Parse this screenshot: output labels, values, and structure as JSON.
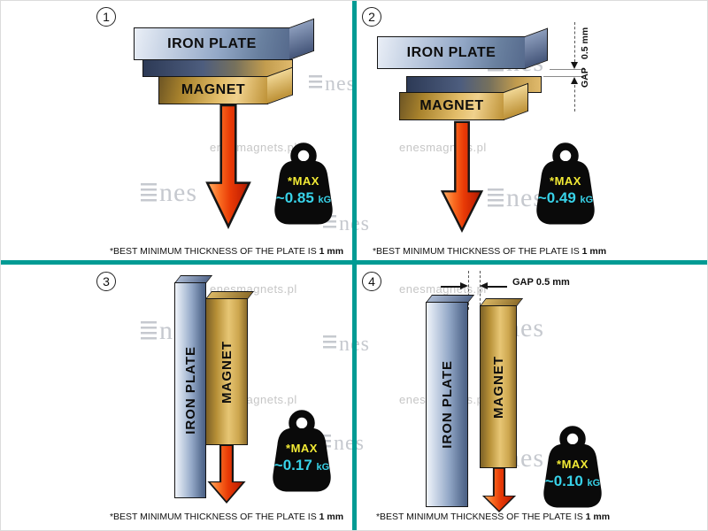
{
  "brand": {
    "divider_color": "#009B94"
  },
  "watermark": {
    "site": "enesmagnets.pl",
    "logo": "nes"
  },
  "weight": {
    "max_label": "*MAX",
    "unit": "kG"
  },
  "footnote": {
    "prefix": "*BEST MINIMUM THICKNESS OF THE PLATE IS",
    "bold": "1 mm"
  },
  "quadrants": [
    {
      "number": "1",
      "plate_label": "IRON PLATE",
      "magnet_label": "MAGNET",
      "value": "~0.85"
    },
    {
      "number": "2",
      "plate_label": "IRON PLATE",
      "magnet_label": "MAGNET",
      "value": "~0.49",
      "gap_label": "GAP",
      "gap_value": "0.5 mm"
    },
    {
      "number": "3",
      "plate_label": "IRON PLATE",
      "magnet_label": "MAGNET",
      "value": "~0.17"
    },
    {
      "number": "4",
      "plate_label": "IRON PLATE",
      "magnet_label": "MAGNET",
      "value": "~0.10",
      "gap_label": "GAP",
      "gap_value": "0.5 mm"
    }
  ]
}
